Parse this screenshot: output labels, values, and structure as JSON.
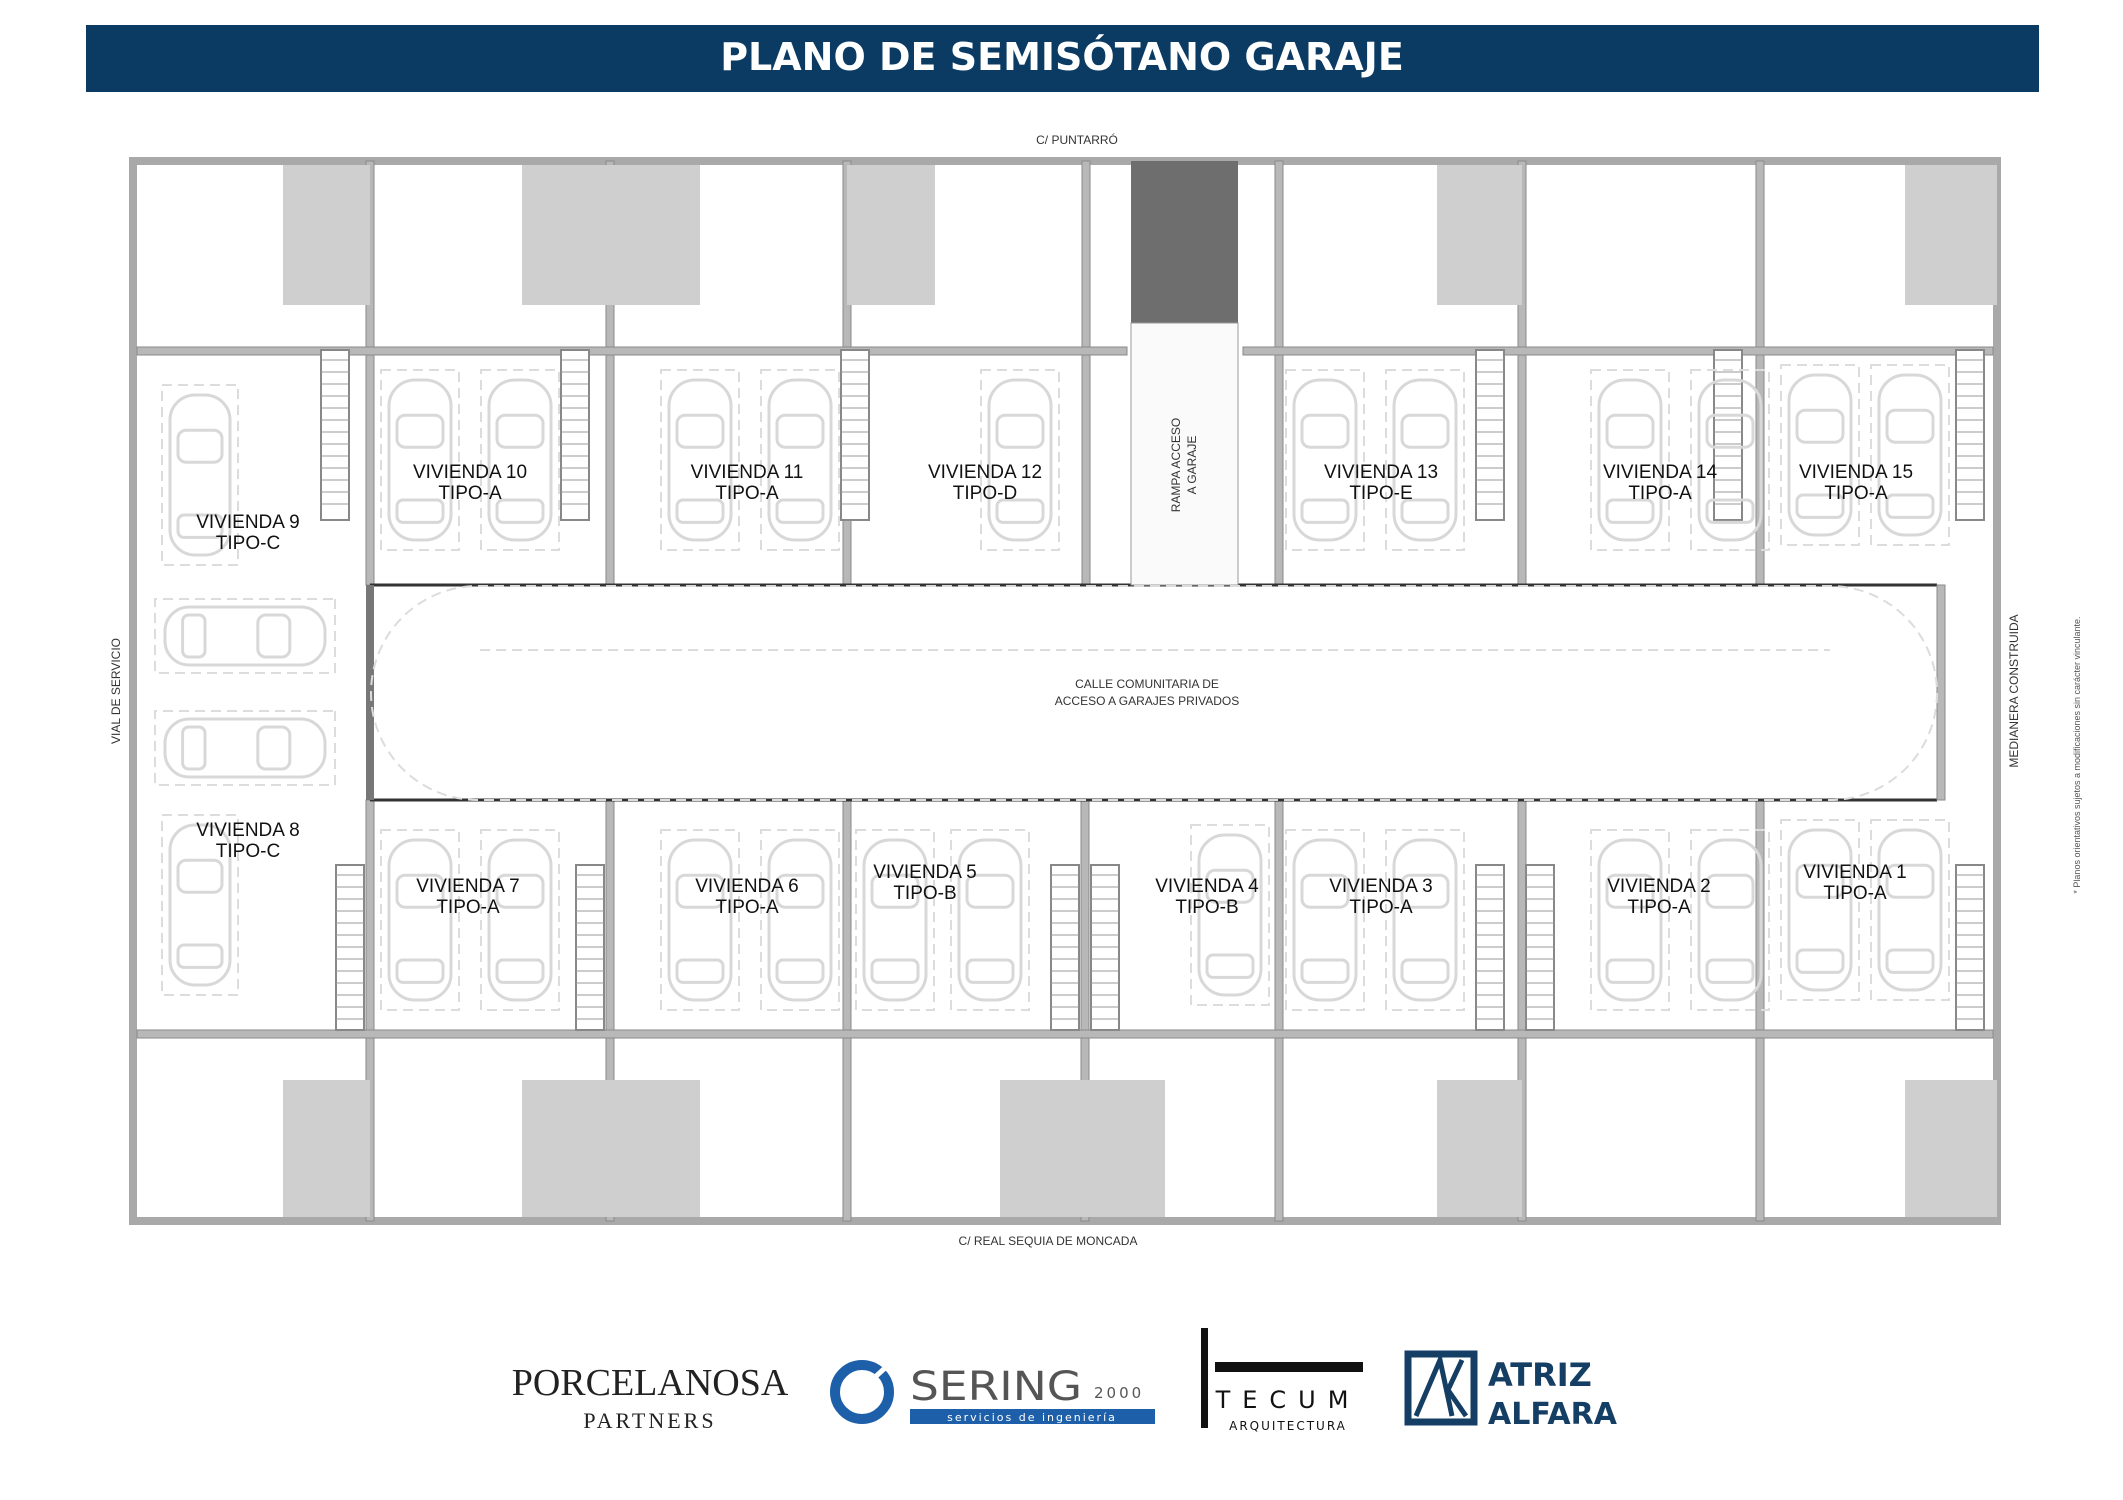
{
  "title": "PLANO DE SEMISÓTANO GARAJE",
  "colors": {
    "title_bar": "#0b3b63",
    "wall": "#b8b8b8",
    "ramp": "#6e6e6e",
    "brand_blue": "#1d5fa8",
    "atriz_blue": "#143e63"
  },
  "streets": {
    "top": "C/ PUNTARRÓ",
    "bottom": "C/ REAL SEQUIA DE MONCADA",
    "left": "VIAL DE SERVICIO",
    "right": "MEDIANERA CONSTRUIDA"
  },
  "ramp_label": [
    "RAMPA ACCESO",
    "A GARAJE"
  ],
  "street_label": [
    "CALLE COMUNITARIA DE",
    "ACCESO A GARAJES PRIVADOS"
  ],
  "disclaimer": "* Planos orientativos sujetos a modificaciones sin carácter vinculante.",
  "units": [
    {
      "name": "VIVIENDA 1",
      "type": "TIPO-A"
    },
    {
      "name": "VIVIENDA 2",
      "type": "TIPO-A"
    },
    {
      "name": "VIVIENDA 3",
      "type": "TIPO-A"
    },
    {
      "name": "VIVIENDA 4",
      "type": "TIPO-B"
    },
    {
      "name": "VIVIENDA 5",
      "type": "TIPO-B"
    },
    {
      "name": "VIVIENDA 6",
      "type": "TIPO-A"
    },
    {
      "name": "VIVIENDA 7",
      "type": "TIPO-A"
    },
    {
      "name": "VIVIENDA 8",
      "type": "TIPO-C"
    },
    {
      "name": "VIVIENDA 9",
      "type": "TIPO-C"
    },
    {
      "name": "VIVIENDA 10",
      "type": "TIPO-A"
    },
    {
      "name": "VIVIENDA 11",
      "type": "TIPO-A"
    },
    {
      "name": "VIVIENDA 12",
      "type": "TIPO-D"
    },
    {
      "name": "VIVIENDA 13",
      "type": "TIPO-E"
    },
    {
      "name": "VIVIENDA 14",
      "type": "TIPO-A"
    },
    {
      "name": "VIVIENDA 15",
      "type": "TIPO-A"
    }
  ],
  "logos": {
    "porcelanosa": [
      "PORCELANOSA",
      "PARTNERS"
    ],
    "sering": [
      "SERING",
      "2000",
      "servicios de ingeniería"
    ],
    "tecum": [
      "TECUM",
      "ARQUITECTURA"
    ],
    "atriz": [
      "ATRIZ",
      "ALFARA"
    ]
  }
}
